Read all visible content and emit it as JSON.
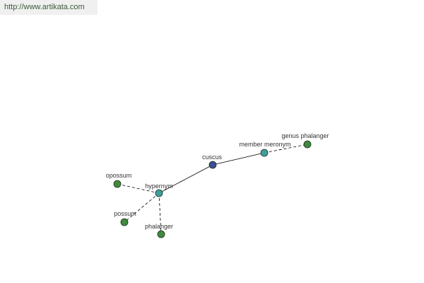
{
  "watermark": "http://www.artikata.com",
  "colors": {
    "center_node": "#3c4f8f",
    "relation_node": "#3f9e9e",
    "leaf_node": "#3f8a3f",
    "edge": "#000000",
    "node_stroke": "#1f2f1f"
  },
  "graph": {
    "nodes": [
      {
        "id": "cuscus",
        "label": "cuscus",
        "kind": "center"
      },
      {
        "id": "member-meronym",
        "label": "member meronym",
        "kind": "relation"
      },
      {
        "id": "genus-phalanger",
        "label": "genus phalanger",
        "kind": "leaf"
      },
      {
        "id": "hypernym",
        "label": "hypernym",
        "kind": "relation"
      },
      {
        "id": "opossum",
        "label": "opossum",
        "kind": "leaf"
      },
      {
        "id": "possum",
        "label": "possum",
        "kind": "leaf"
      },
      {
        "id": "phalanger",
        "label": "phalanger",
        "kind": "leaf"
      }
    ],
    "edges": [
      {
        "from": "cuscus",
        "to": "member-meronym",
        "style": "solid"
      },
      {
        "from": "cuscus",
        "to": "hypernym",
        "style": "solid"
      },
      {
        "from": "member-meronym",
        "to": "genus-phalanger",
        "style": "dashed"
      },
      {
        "from": "hypernym",
        "to": "opossum",
        "style": "dashed"
      },
      {
        "from": "hypernym",
        "to": "possum",
        "style": "dashed"
      },
      {
        "from": "hypernym",
        "to": "phalanger",
        "style": "dashed"
      }
    ]
  }
}
